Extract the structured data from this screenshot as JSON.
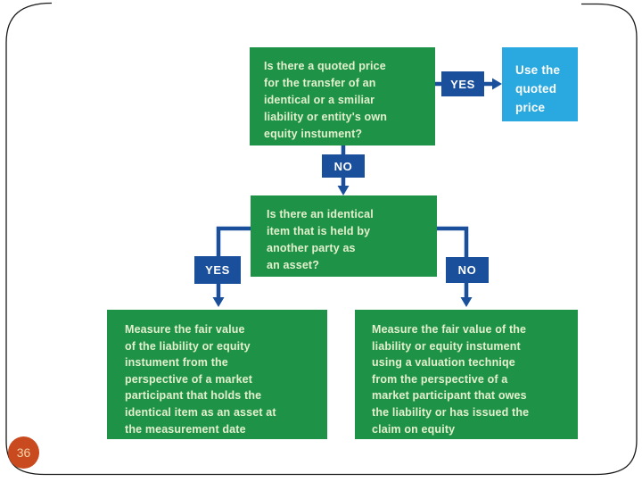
{
  "slide": {
    "page_number": "36",
    "background": "#ffffff",
    "border_color": "#1a1a1a"
  },
  "colors": {
    "node_green": "#1e9348",
    "node_text_light": "#e4efcd",
    "connector_dark_blue": "#1a4f9c",
    "result_light_blue": "#29a9df",
    "page_badge_orange": "#c94a1e",
    "label_text_white": "#ffffff"
  },
  "flowchart": {
    "question1": "Is there a quoted price\nfor the transfer of an\nidentical or a smiliar\nliability or entity's own\nequity instument?",
    "yes1": "YES",
    "use_quoted_price": "Use the\nquoted\nprice",
    "no1": "NO",
    "question2": "Is there an identical\nitem that is held by\nanother party as\nan asset?",
    "yes2": "YES",
    "no2": "NO",
    "measure_left": "Measure the fair value\nof the liability or equity\ninstument from the\nperspective of a market\nparticipant that holds the\nidentical item as an asset at\nthe measurement date",
    "measure_right": "Measure the fair value of the\nliability or equity instument\nusing a valuation techniqe\nfrom the perspective of a\nmarket participant that owes\nthe liability or has issued the\nclaim on equity"
  }
}
